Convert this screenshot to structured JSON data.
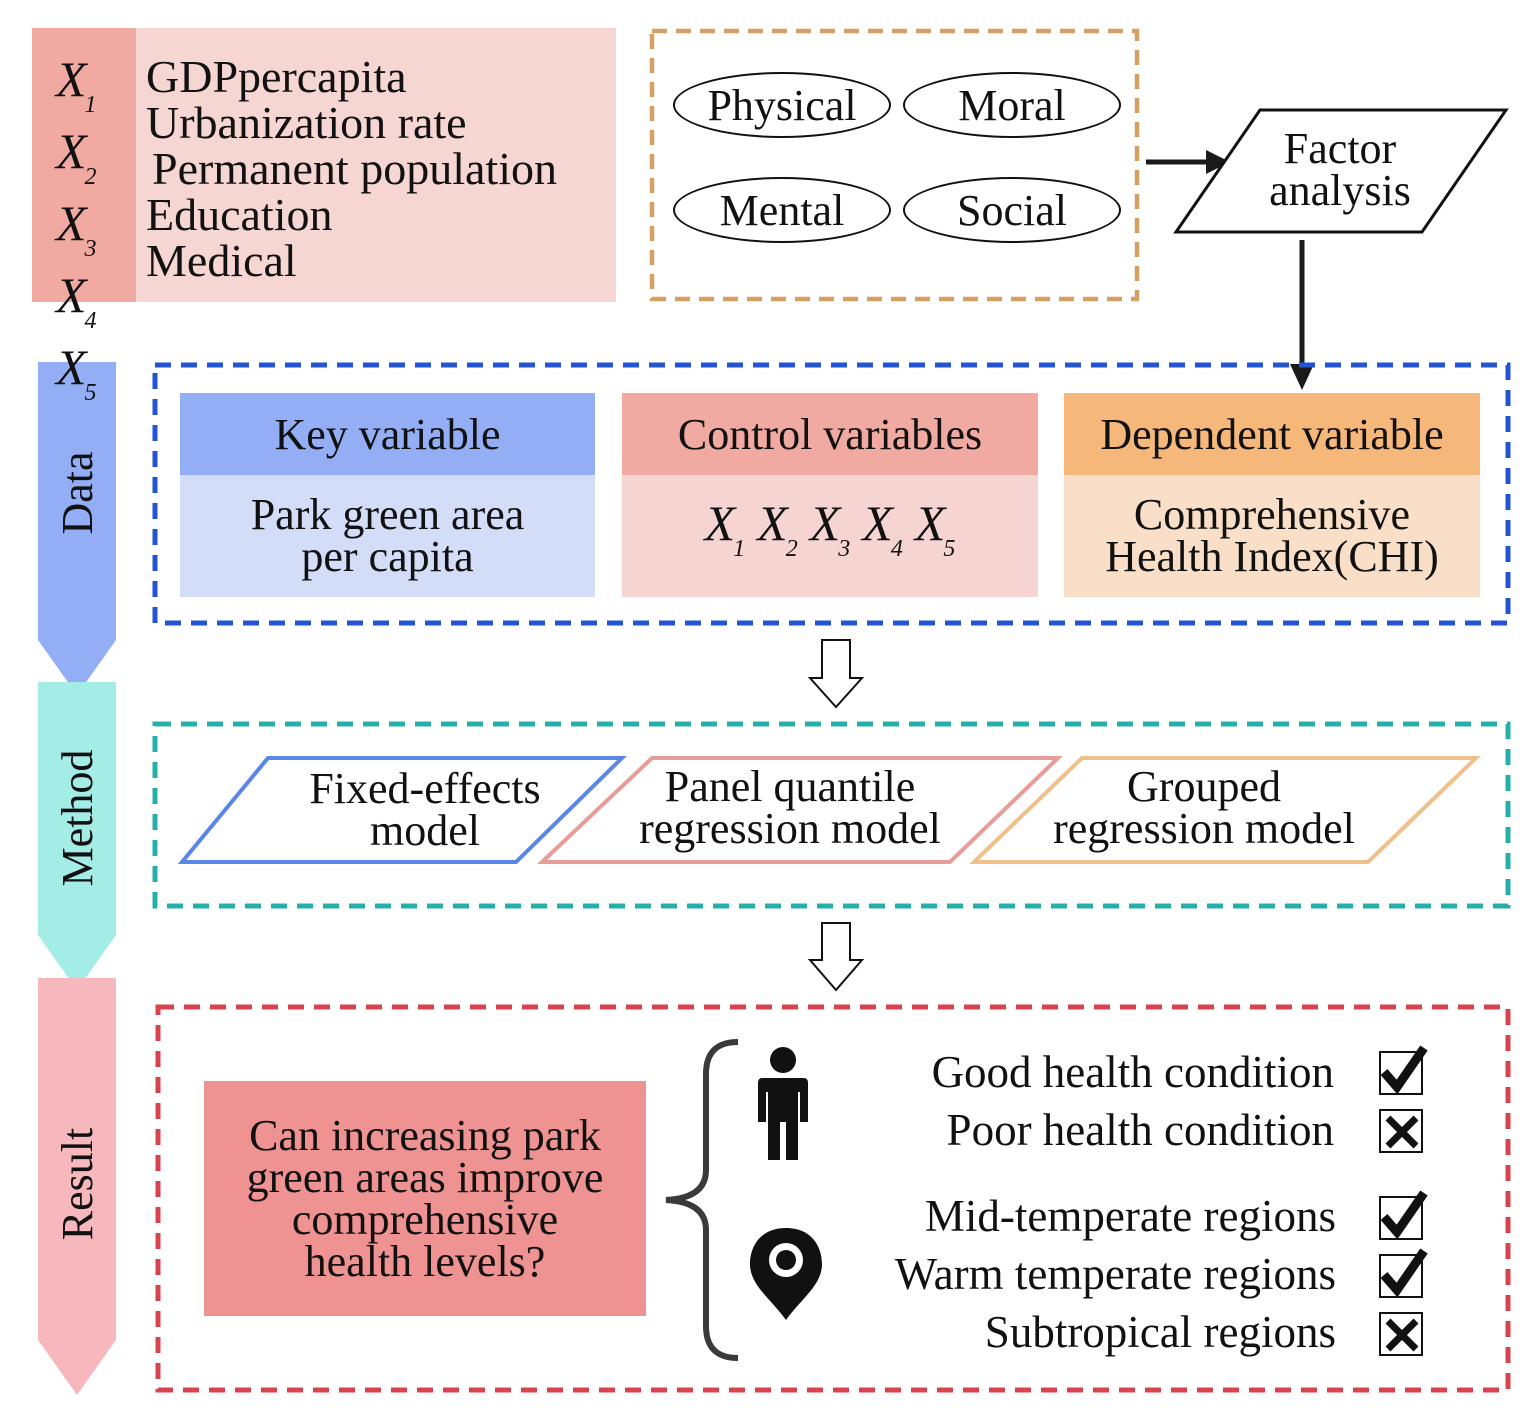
{
  "control_vars_legend": {
    "items": [
      {
        "symbol": "X",
        "sub": "1",
        "label": "GDPpercapita"
      },
      {
        "symbol": "X",
        "sub": "2",
        "label": "Urbanization rate"
      },
      {
        "symbol": "X",
        "sub": "3",
        "label": "Permanent population"
      },
      {
        "symbol": "X",
        "sub": "4",
        "label": "Education"
      },
      {
        "symbol": "X",
        "sub": "5",
        "label": "Medical"
      }
    ]
  },
  "health_dimensions": [
    "Physical",
    "Moral",
    "Mental",
    "Social"
  ],
  "factor_analysis": {
    "line1": "Factor",
    "line2": "analysis"
  },
  "stages": {
    "data": "Data",
    "method": "Method",
    "result": "Result"
  },
  "data_section": {
    "key_variable": {
      "header": "Key variable",
      "line1": "Park green area",
      "line2": "per capita"
    },
    "control_variables": {
      "header": "Control variables",
      "vars": [
        {
          "symbol": "X",
          "sub": "1"
        },
        {
          "symbol": "X",
          "sub": "2"
        },
        {
          "symbol": "X",
          "sub": "3"
        },
        {
          "symbol": "X",
          "sub": "4"
        },
        {
          "symbol": "X",
          "sub": "5"
        }
      ]
    },
    "dependent_variable": {
      "header": "Dependent variable",
      "line1": "Comprehensive",
      "line2": "Health Index(CHI)"
    }
  },
  "methods": [
    {
      "line1": "Fixed-effects",
      "line2": "model"
    },
    {
      "line1": "Panel quantile",
      "line2": "regression model"
    },
    {
      "line1": "Grouped",
      "line2": "regression model"
    }
  ],
  "result": {
    "question_lines": [
      "Can increasing park",
      "green areas improve",
      "comprehensive",
      "health levels?"
    ],
    "health_condition": [
      {
        "label": "Good health condition",
        "status": "check"
      },
      {
        "label": "Poor health condition",
        "status": "cross"
      }
    ],
    "regions": [
      {
        "label": "Mid-temperate regions",
        "status": "check"
      },
      {
        "label": "Warm temperate regions",
        "status": "check"
      },
      {
        "label": "Subtropical regions",
        "status": "cross"
      }
    ]
  },
  "colors": {
    "control_dark": "#f0aaa2",
    "control_light": "#f6d6d2",
    "factor_border": "#d4a064",
    "data_border": "#2354d6",
    "method_border": "#24b0a8",
    "result_border": "#d9434f",
    "key_header": "#94aef5",
    "key_body": "#d3ddf8",
    "ctrl_header": "#f0aaa2",
    "ctrl_body": "#f6d4d2",
    "dep_header": "#f6b77b",
    "dep_body": "#f9dfc7",
    "stage_data": "#94aef5",
    "stage_method": "#a4ece6",
    "stage_result": "#f6b8bd",
    "question_bg": "#ee9292",
    "method1": "#5a86e8",
    "method2": "#e89c98",
    "method3": "#f0c08a"
  }
}
